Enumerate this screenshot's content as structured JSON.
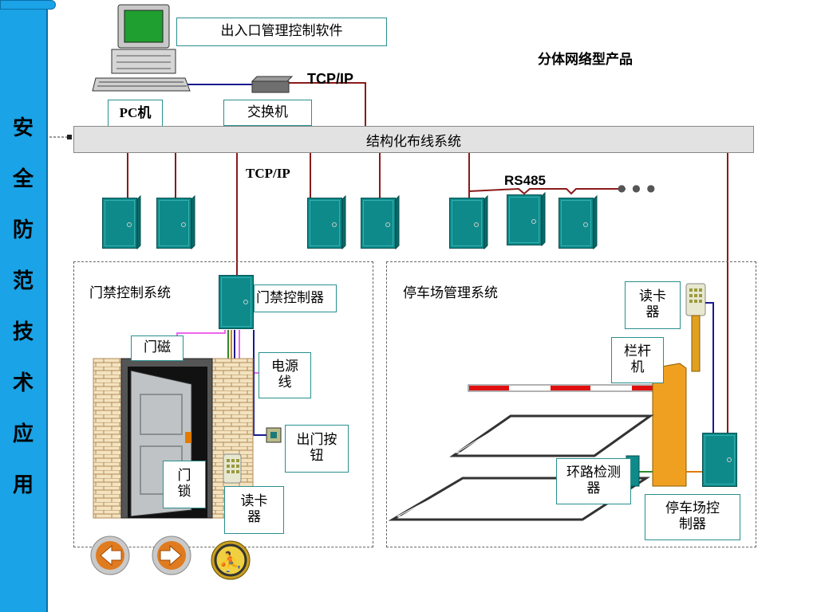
{
  "side_title": [
    "安",
    "全",
    "防",
    "范",
    "技",
    "术",
    "应",
    "用"
  ],
  "top": {
    "software_label": "出入口管理控制软件",
    "product_type": "分体网络型产品",
    "pc_label": "PC机",
    "switch_label": "交换机",
    "tcpip_top": "TCP/IP",
    "tcpip_mid": "TCP/IP",
    "bus_label": "结构化布线系统",
    "rs485": "RS485",
    "ellipsis": "● ● ●"
  },
  "access": {
    "title": "门禁控制系统",
    "controller": "门禁控制器",
    "door_magnet": "门磁",
    "power_line": "电源线",
    "exit_button": "出门按钮",
    "door_lock": "门锁",
    "card_reader": "读卡器"
  },
  "parking": {
    "title": "停车场管理系统",
    "card_reader": "读卡器",
    "barrier": "栏杆机",
    "loop_detector": "环路检测器",
    "controller": "停车场控制器"
  },
  "nav": [
    "prev-button",
    "next-button",
    "exit-button"
  ]
}
